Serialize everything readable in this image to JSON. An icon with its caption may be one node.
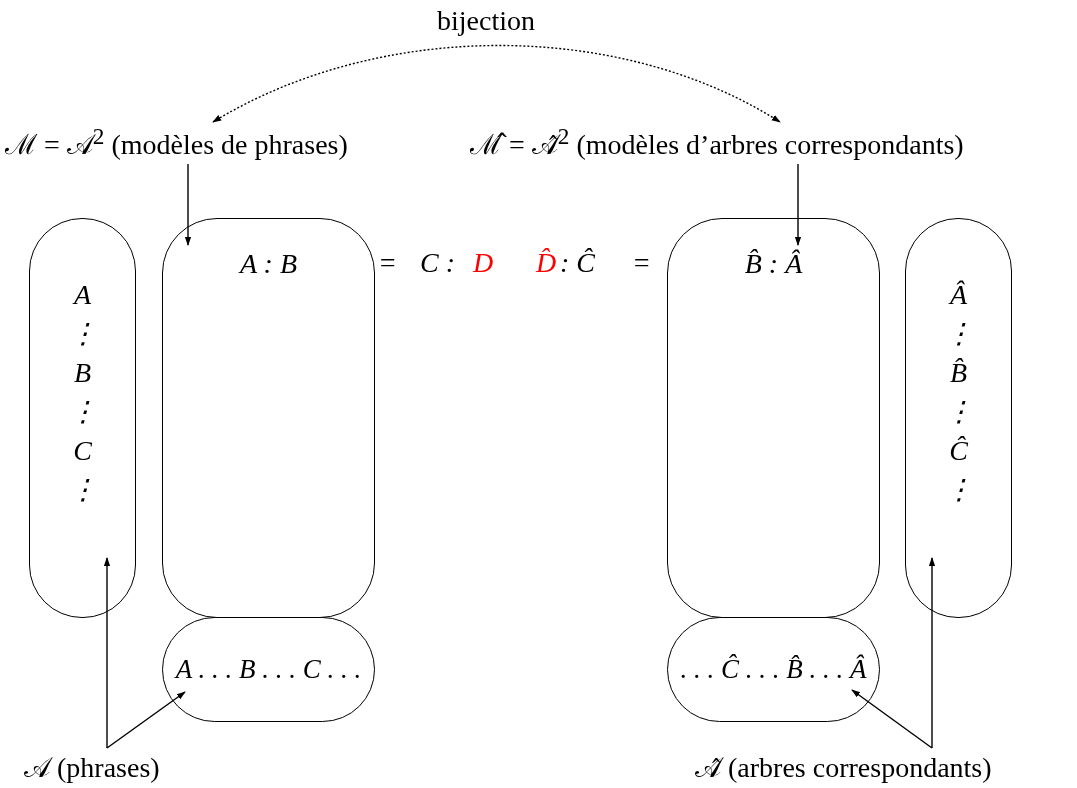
{
  "diagram": {
    "nodes": [
      {
        "text": [
          "ℳ = 𝒜$^{2}$ (modèles de phrases)"
        ]
      },
      {
        "text": [
          "ℳ̂ = 𝒜̂$^{2}$ (modèles d’arbres correspondants)"
        ]
      },
      {
        "text": [
          "A",
          "⋮",
          "B",
          "⋮",
          "C",
          "⋮"
        ]
      },
      {
        "text": [
          "A : B"
        ]
      },
      {
        "text": [
          "B̂ : Â"
        ]
      },
      {
        "text": [
          "Â",
          "⋮",
          "B̂",
          "⋮",
          "Ĉ",
          "⋮"
        ]
      },
      {
        "text": [
          "A . . . B . . . C . . ."
        ]
      },
      {
        "text": [
          ". . . Ĉ . . . B̂ . . . Â"
        ]
      },
      {
        "text": [
          "𝒜 (phrases)"
        ]
      },
      {
        "text": [
          "𝒜̂ (arbres correspondants)"
        ]
      }
    ],
    "edges": [
      {
        "from": 0,
        "to": 1,
        "arrow": "both",
        "label": "bijection",
        "style": "dashed"
      },
      {
        "from": 0,
        "to": 3,
        "arrow": "to"
      },
      {
        "from": 1,
        "to": 4,
        "arrow": "to"
      },
      {
        "from": 8,
        "to": 2,
        "arrow": "to"
      },
      {
        "from": 8,
        "to": 6,
        "arrow": "to"
      },
      {
        "from": 9,
        "to": 5,
        "arrow": "to"
      },
      {
        "from": 9,
        "to": 7,
        "arrow": "to"
      }
    ],
    "labels": [
      "=",
      "C :",
      "D",
      "D̂",
      ": Ĉ",
      "="
    ]
  }
}
